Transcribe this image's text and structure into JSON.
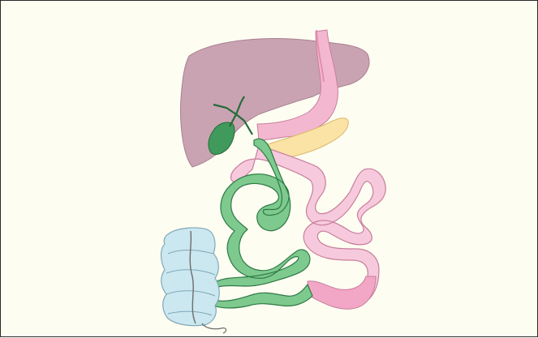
{
  "figure": {
    "background": "#fefdf2",
    "border_color": "#2a2a2a"
  },
  "organs": [
    {
      "name": "liver",
      "color": "#c9a3b1"
    },
    {
      "name": "gallbladder",
      "color": "#3f9a5c"
    },
    {
      "name": "bile-ducts",
      "color": "#3f9a5c"
    },
    {
      "name": "esophagus",
      "color": "#f4b7d0"
    },
    {
      "name": "stomach",
      "color": "#f4b7d0"
    },
    {
      "name": "pancreas",
      "color": "#fbe3a6"
    },
    {
      "name": "small-intestine-pink-loops",
      "color": "#f7c9dc"
    },
    {
      "name": "small-intestine-green-loops",
      "color": "#7dc98e"
    },
    {
      "name": "colon",
      "color": "#cbe7ef"
    }
  ]
}
